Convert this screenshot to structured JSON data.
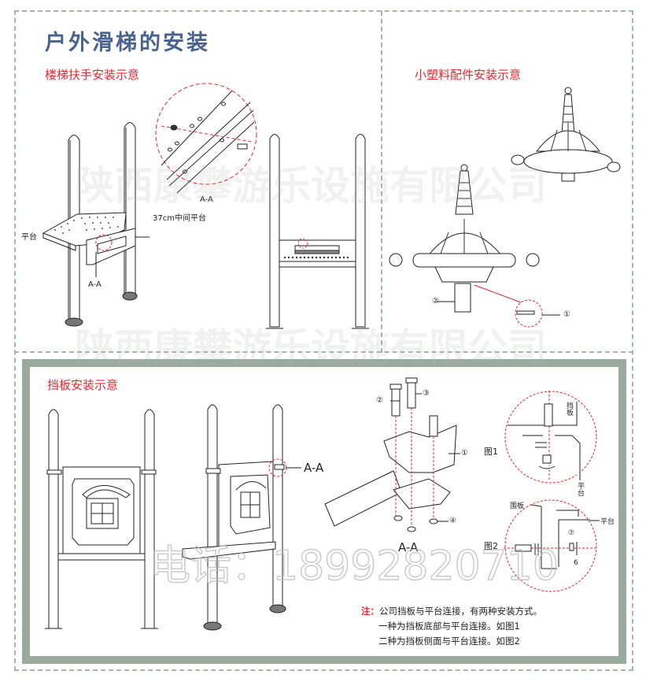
{
  "page": {
    "title": "户外滑梯的安装"
  },
  "sections": {
    "stair_handrail": {
      "heading": "楼梯扶手安装示意",
      "labels": {
        "platform": "平台",
        "section_mark_left": "A-A",
        "section_mark_detail": "A-A",
        "middle_platform": "37cm中间平台"
      }
    },
    "small_plastic": {
      "heading": "小塑料配件安装示意",
      "labels": {
        "part_1": "①",
        "part_2": "②"
      }
    },
    "baffle": {
      "heading": "挡板安装示意",
      "labels": {
        "section_mark": "A-A",
        "detail_section": "A-A",
        "part_1": "①",
        "part_2": "②",
        "part_3": "③",
        "part_4": "④",
        "fig1": "图1",
        "fig2": "图2",
        "baffle_label": "挡板",
        "platform_label_fig1": "平台",
        "panel_label": "围板",
        "platform_label_fig2": "平台",
        "part_6": "6",
        "part_7": "⑦"
      },
      "note": {
        "prefix": "注：",
        "line1": "公司挡板与平台连接，有两种安装方式。",
        "line2": "一种为挡板底部与平台连接。如图1",
        "line3": "二种为挡板侧面与平台连接。如图2"
      }
    }
  },
  "watermarks": {
    "company": "陕西康攀游乐设施有限公司",
    "phone": "电话：18992820710"
  },
  "colors": {
    "title": "#4a6290",
    "heading": "#e8262f",
    "frame_green": "#9aab9e",
    "dashed_border": "#a9b4ab"
  }
}
